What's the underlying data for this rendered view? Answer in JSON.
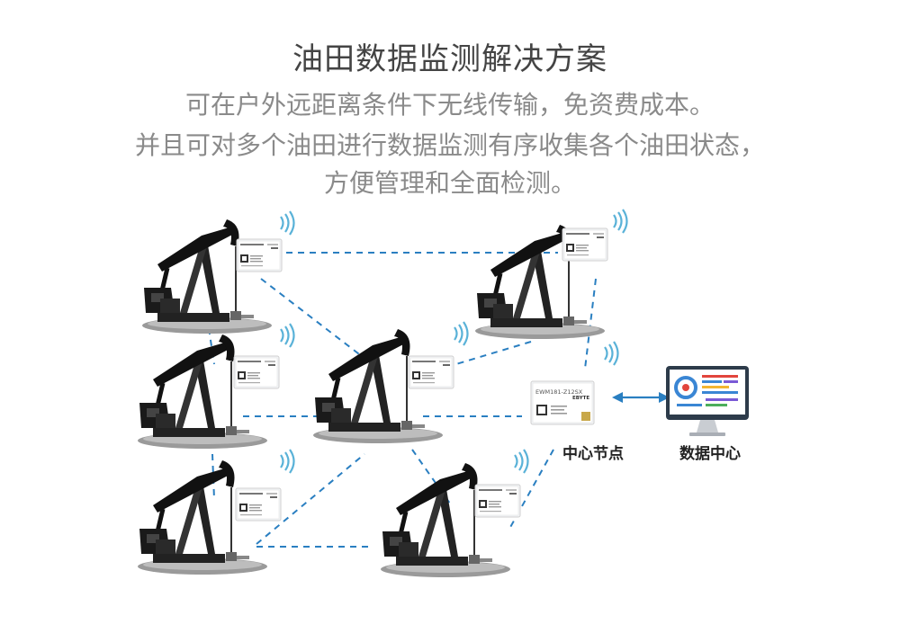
{
  "title": "油田数据监测解决方案",
  "subtitle_lines": [
    "可在户外远距离条件下无线传输，免资费成本。",
    "并且可对多个油田进行数据监测有序收集各个油田状态，",
    "方便管理和全面检测。"
  ],
  "module": {
    "model": "EWM181-Z12SX",
    "brand": "EBYTE"
  },
  "labels": {
    "central_node": "中心节点",
    "data_center": "数据中心"
  },
  "colors": {
    "link": "#2a7fc1",
    "arrow": "#2a7fc1",
    "monitor_frame": "#2d3b4a",
    "title": "#444444",
    "subtitle": "#8a8a8a"
  }
}
